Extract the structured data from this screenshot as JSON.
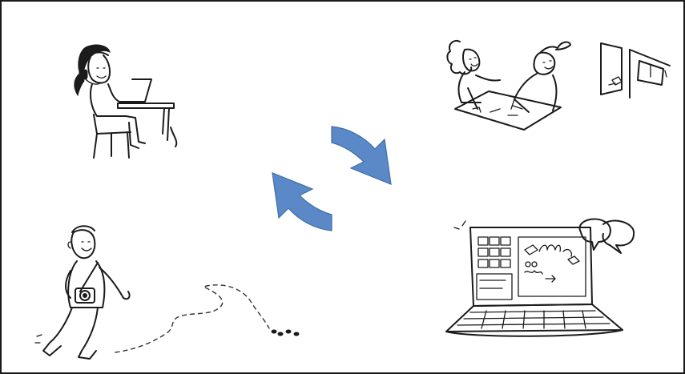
{
  "figure": {
    "arrow_color": "#5b88c6",
    "arrow_stroke_color": "#3f6ea8",
    "ink_color": "#1b1b1b",
    "frame_color": "#1a1a1a"
  },
  "panels": [
    {
      "id": "desk-work",
      "icon": "person-at-laptop-desk"
    },
    {
      "id": "workshop",
      "icon": "two-people-sketching-with-wall-board"
    },
    {
      "id": "field-research",
      "icon": "walking-person-with-camera-and-footsteps"
    },
    {
      "id": "digital-synthesis",
      "icon": "laptop-with-photo-grid-and-speech-bubbles"
    }
  ],
  "cycle": {
    "icon": "circular-refresh-arrows"
  }
}
